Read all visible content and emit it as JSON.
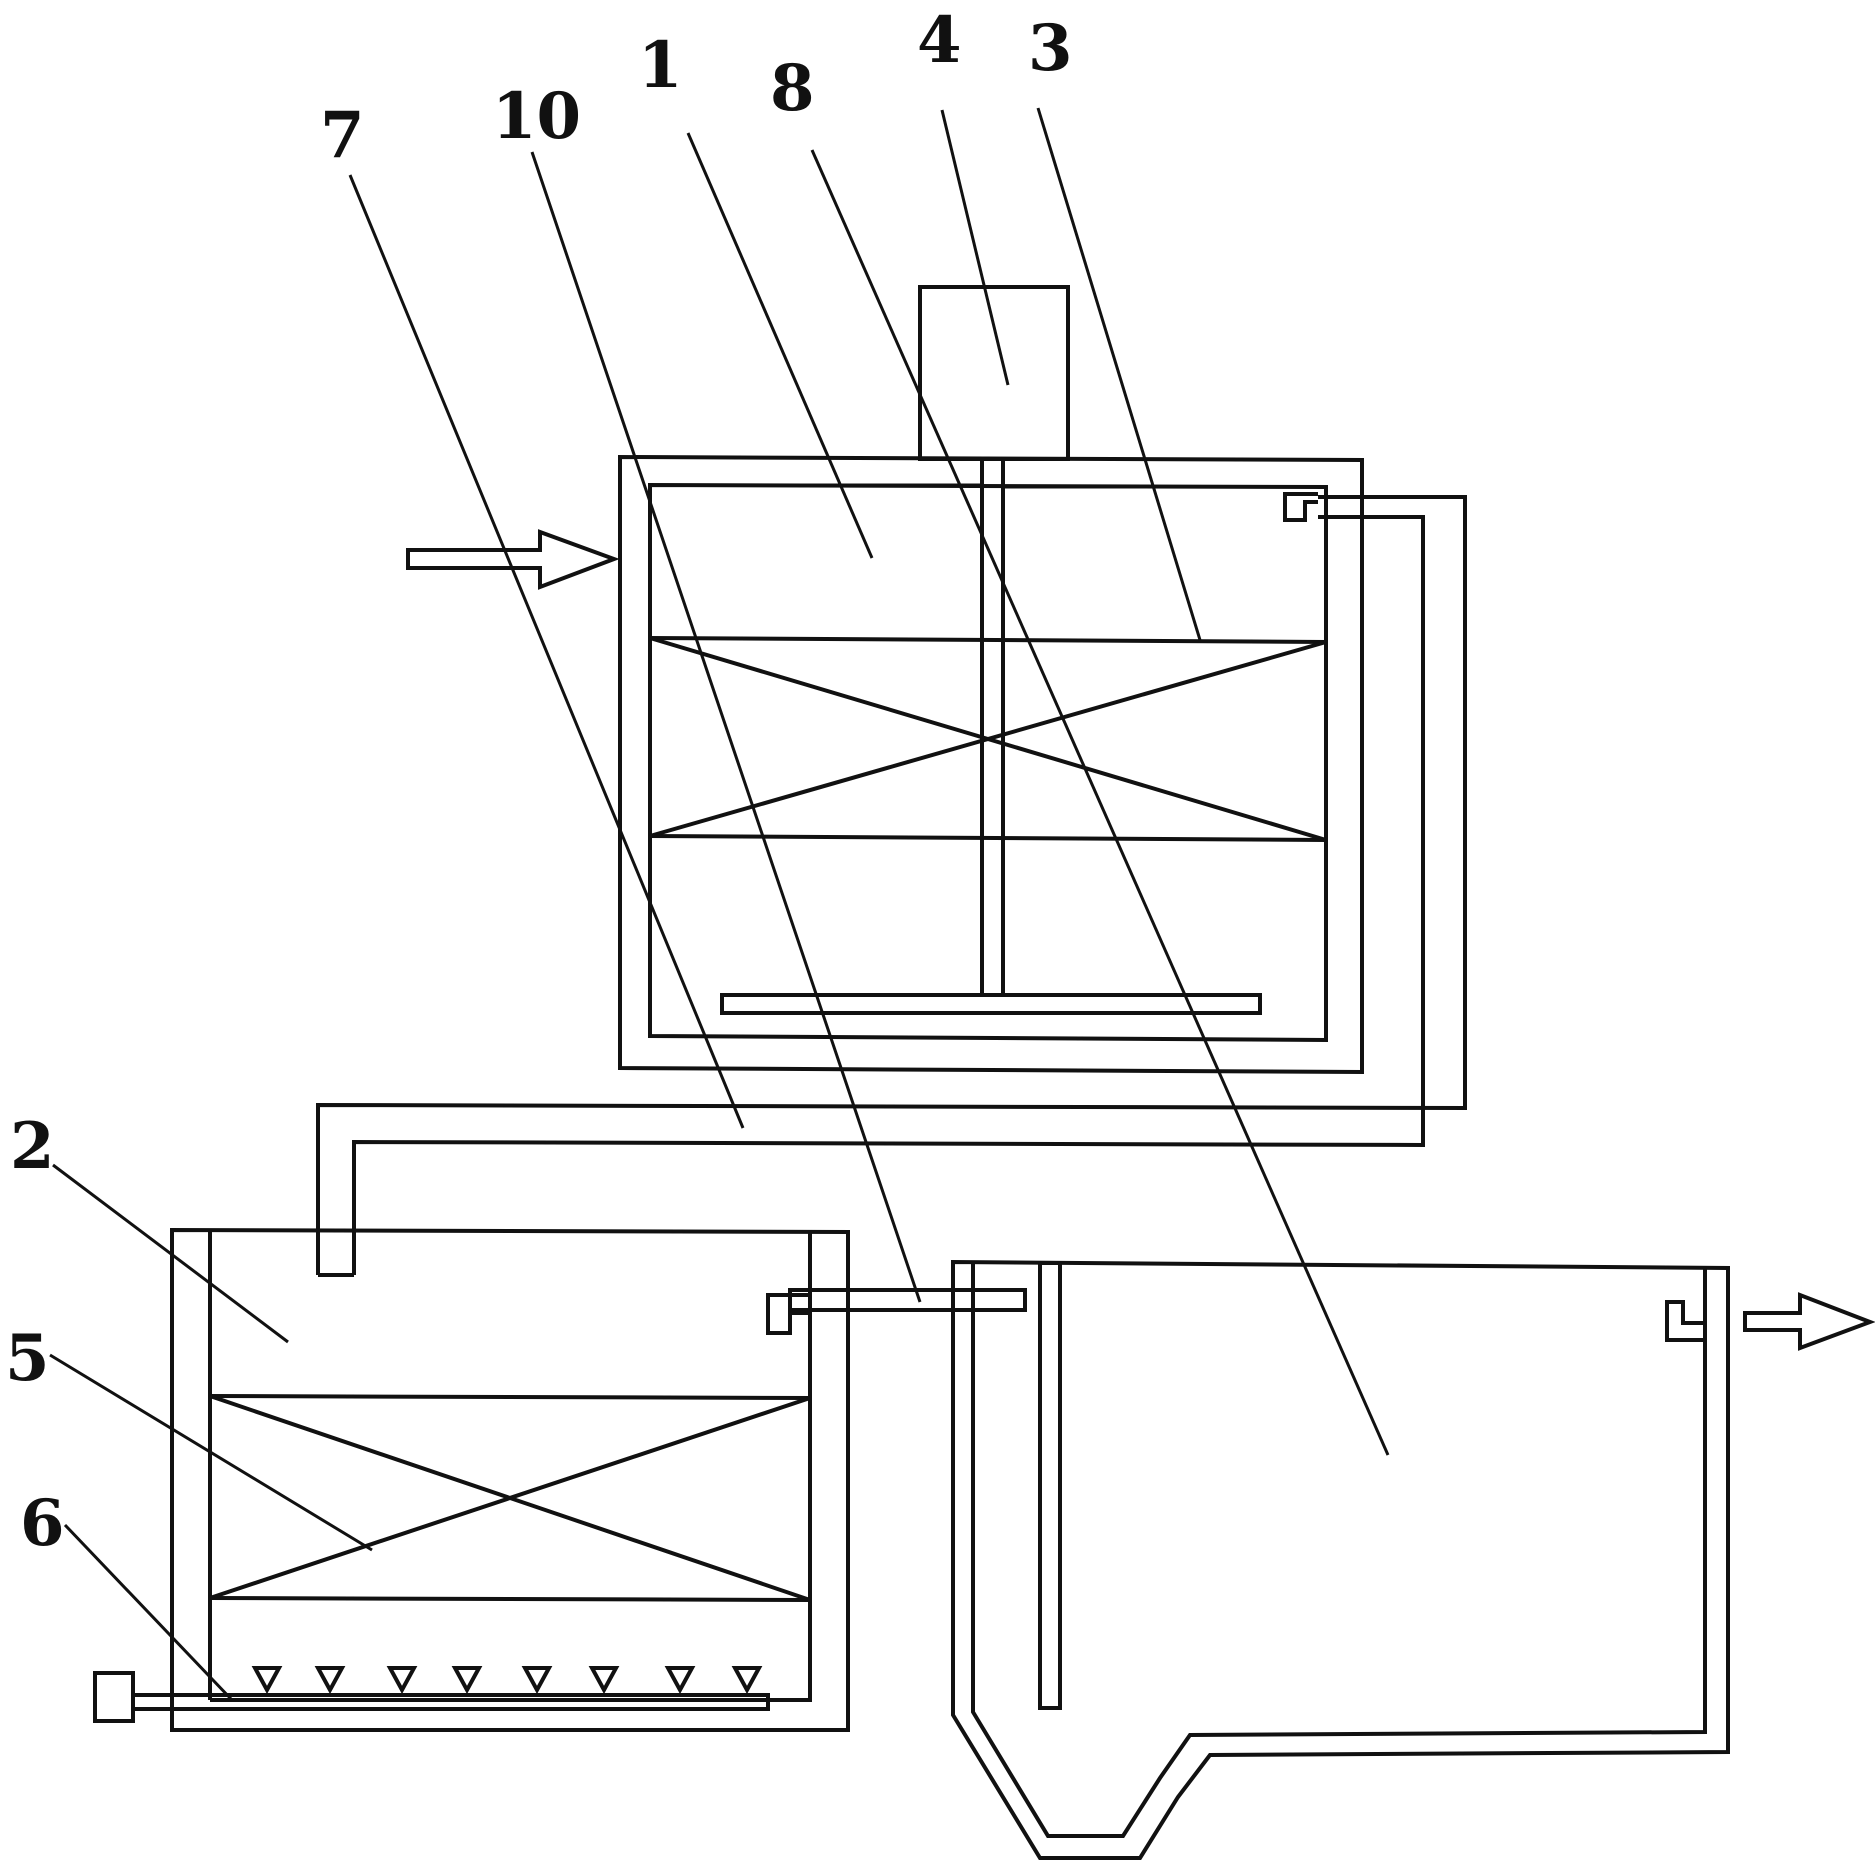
{
  "diagram": {
    "labels": {
      "l1": "1",
      "l2": "2",
      "l3": "3",
      "l4": "4",
      "l5": "5",
      "l6": "6",
      "l7": "7",
      "l8": "8",
      "l10": "10"
    },
    "colors": {
      "line": "#111111",
      "background": "#ffffff"
    },
    "icons": {
      "inlet": "arrow-right-icon",
      "outlet": "arrow-right-icon",
      "diffuser": "triangle-down-icon"
    }
  }
}
